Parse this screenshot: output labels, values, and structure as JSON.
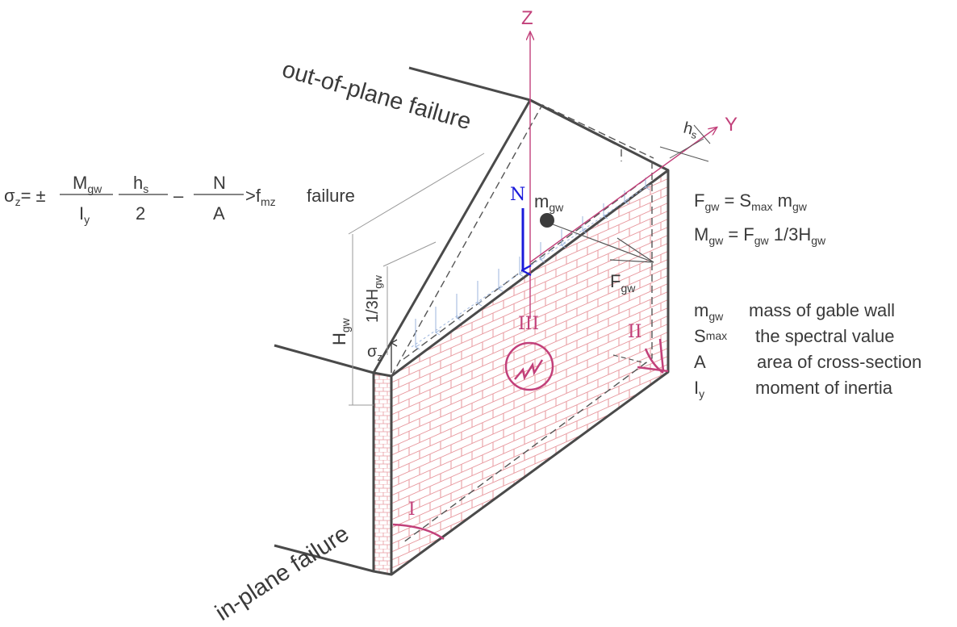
{
  "axes": {
    "z": "Z",
    "y": "Y"
  },
  "labels": {
    "out_of_plane": "out-of-plane failure",
    "in_plane": "in-plane failure",
    "hs_top": "h",
    "hs_top_sub": "s",
    "n_force": "N",
    "m_gw": "m",
    "m_gw_sub": "gw",
    "f_gw": "F",
    "f_gw_sub": "gw",
    "h_gw": "H",
    "h_gw_sub": "gw",
    "third_h": "1/3H",
    "third_h_sub": "gw",
    "sigma_z": "σ",
    "sigma_z_sub": "z",
    "zone_1": "I",
    "zone_2": "II",
    "zone_3": "III"
  },
  "formula": {
    "lhs": "σ",
    "lhs_sub": "z",
    "eq_pm": "= ±",
    "num1": "M",
    "num1_sub": "gw",
    "den1": "I",
    "den1_sub": "y",
    "num2": "h",
    "num2_sub": "s",
    "den2": "2",
    "minus": "–",
    "num3": "N",
    "den3": "A",
    "gt": ">f",
    "gt_sub": "mz",
    "failure": "failure"
  },
  "equations": {
    "eq1_a": "F",
    "eq1_a_sub": "gw",
    "eq1_b": " = S",
    "eq1_b_sub": "max",
    "eq1_c": " m",
    "eq1_c_sub": "gw",
    "eq2_a": "M",
    "eq2_a_sub": "gw",
    "eq2_b": " = F",
    "eq2_b_sub": "gw",
    "eq2_c": " 1/3H",
    "eq2_c_sub": "gw"
  },
  "legend": [
    {
      "sym": "m",
      "sub": "gw",
      "desc": "mass of gable wall"
    },
    {
      "sym": "S",
      "sub": "max",
      "desc": "the spectral value"
    },
    {
      "sym": "A",
      "sub": "",
      "desc": "area of cross-section"
    },
    {
      "sym": "I",
      "sub": "y",
      "desc": "moment of inertia"
    }
  ],
  "colors": {
    "wall_line": "#4a4a4a",
    "brick": "#e8999f",
    "accent": "#c2407a",
    "force_blue": "#1a1adb",
    "load_arrows": "#9eb6dd",
    "text": "#3a3a3a"
  }
}
